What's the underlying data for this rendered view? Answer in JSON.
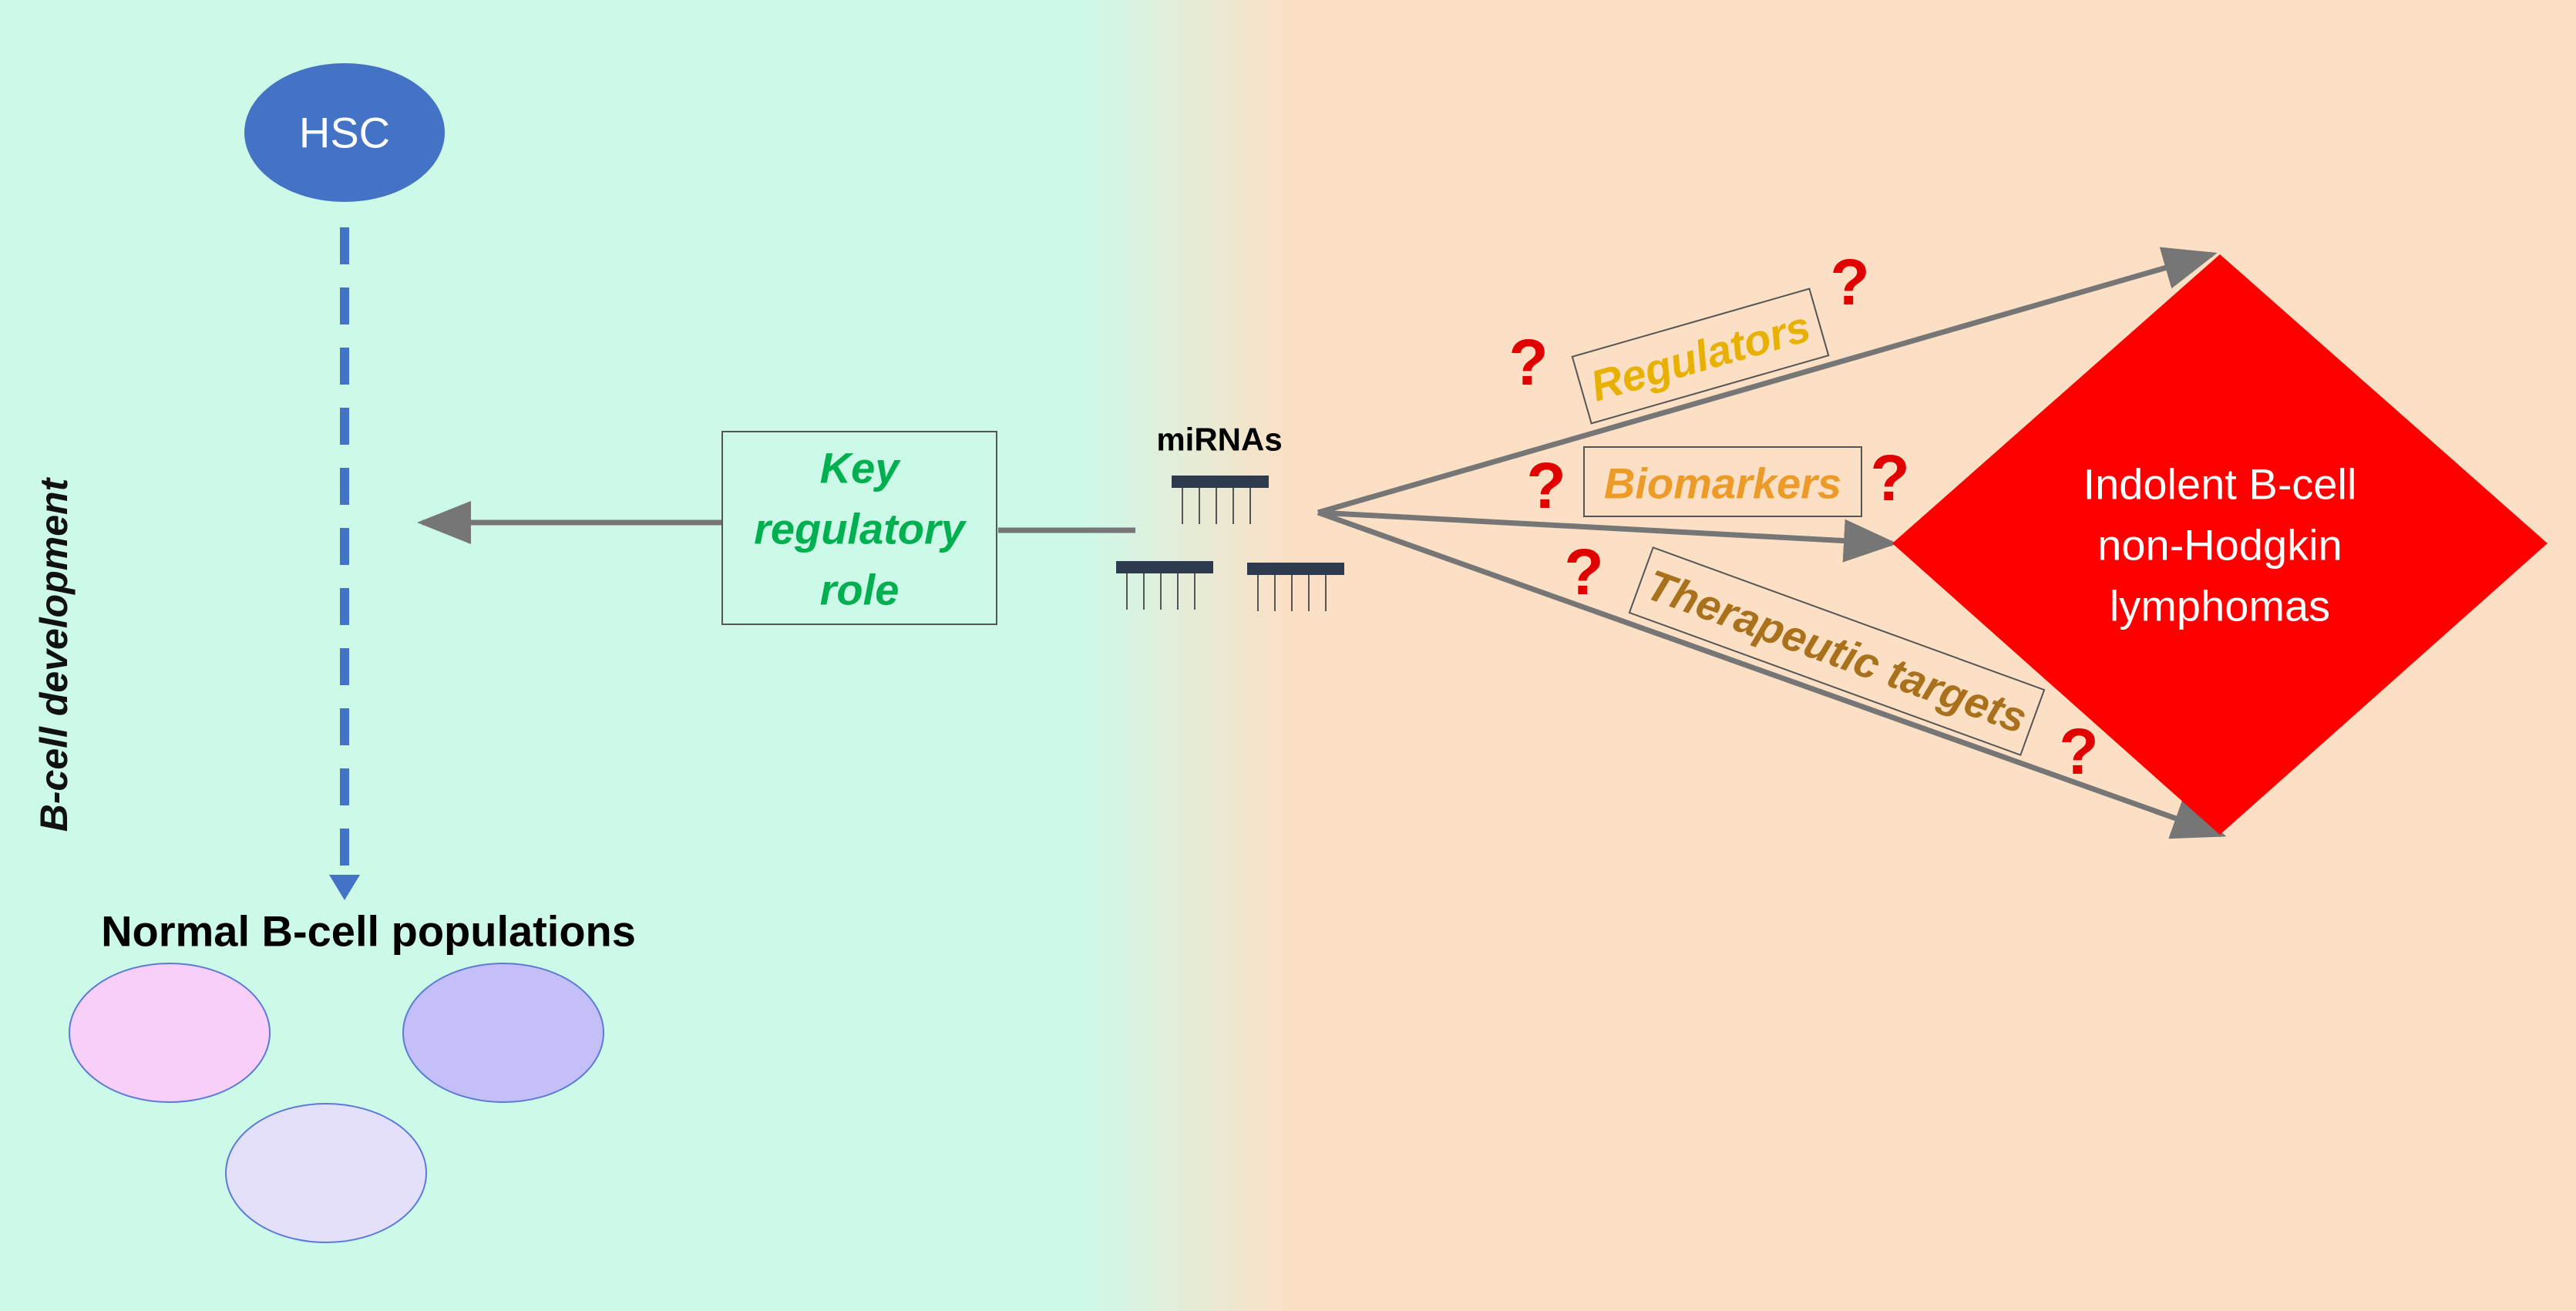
{
  "labels": {
    "hsc": "HSC",
    "axis": "B-cell development",
    "normal_populations": "Normal B-cell populations",
    "key_role": [
      "Key",
      "regulatory",
      "role"
    ],
    "mirnas": "miRNAs",
    "regulators": "Regulators",
    "biomarkers": "Biomarkers",
    "therapeutic": "Therapeutic targets",
    "lymphoma": [
      "Indolent B-cell",
      "non-Hodgkin",
      "lymphomas"
    ],
    "question": "?"
  },
  "colors": {
    "bg_left": "#cdf9e9",
    "bg_right": "#fbe0c6",
    "hsc": "#4472c4",
    "dashed_arrow": "#4472c4",
    "arrow_gray": "#767676",
    "key_text": "#00b050",
    "regulators_text": "#e8b000",
    "biomarkers_text": "#ed9b28",
    "therapeutic_text": "#a9711c",
    "question": "#e00000",
    "lymphoma": "#ff0000",
    "mirna_bar": "#2e3b4e",
    "cell_pink": "#f8cff8",
    "cell_purple": "#c4bff8",
    "cell_lavender": "#e4e0fb"
  }
}
